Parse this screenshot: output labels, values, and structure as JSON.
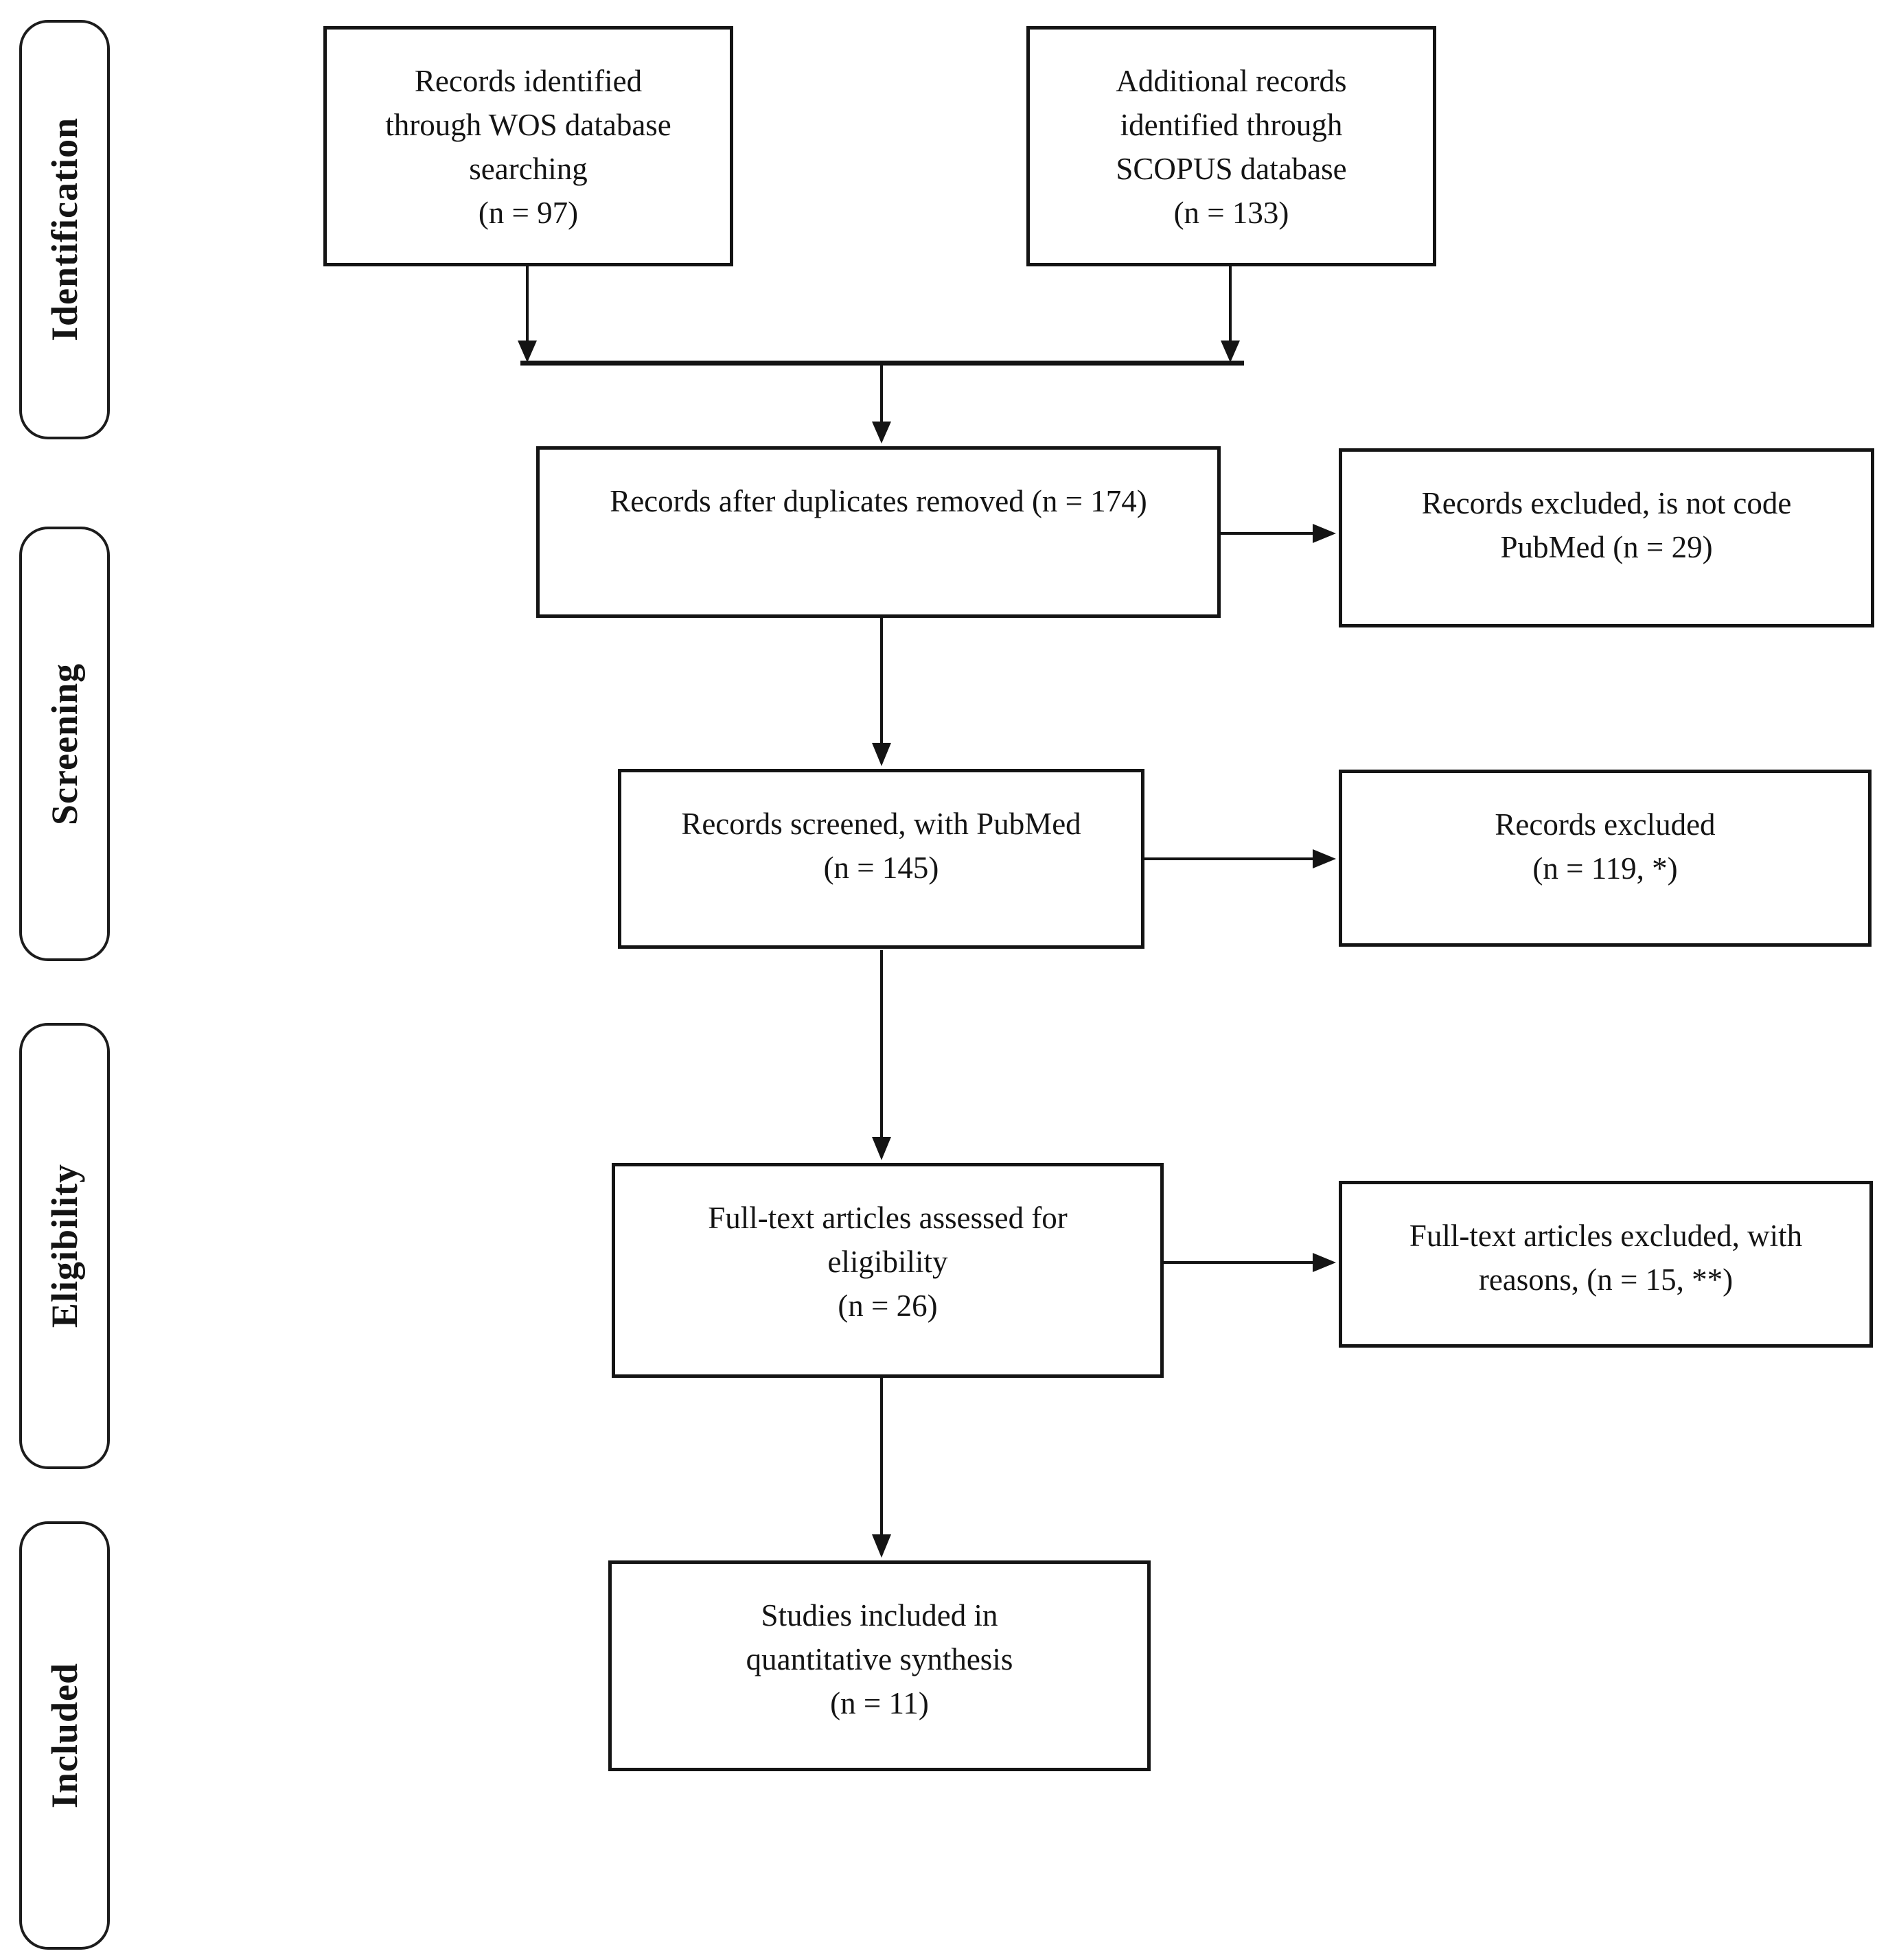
{
  "labels": {
    "identification": "Identification",
    "screening": "Screening",
    "eligibility": "Eligibility",
    "included": "Included"
  },
  "boxes": {
    "wos": "Records identified\nthrough WOS database\nsearching\n(n = 97)",
    "scopus": "Additional records\nidentified through\nSCOPUS database\n(n = 133)",
    "duplicates": "Records after duplicates removed (n = 174)",
    "excluded_not_pubmed": "Records excluded, is not code\nPubMed (n = 29)",
    "screened": "Records screened, with PubMed\n(n = 145)",
    "excluded_screening": "Records excluded\n(n = 119, *)",
    "fulltext": "Full-text articles assessed for\neligibility\n(n = 26)",
    "fulltext_excluded": "Full-text articles excluded, with\nreasons, (n = 15, **)",
    "studies_included": "Studies included in\nquantitative synthesis\n(n = 11)"
  },
  "colors": {
    "ink": "#141414",
    "background": "#ffffff"
  }
}
